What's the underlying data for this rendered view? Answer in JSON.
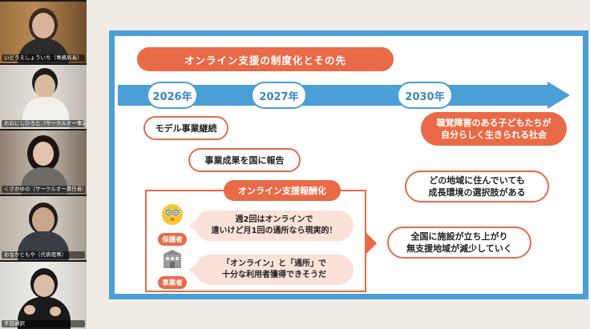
{
  "participants": [
    {
      "name": "いどうえしょういち（事務局長）"
    },
    {
      "name": "おおにしひろと（サークルオー事業..."
    },
    {
      "name": "くさかゆの（サークルオー責任者）"
    },
    {
      "name": "おなかともや（代表理事）"
    },
    {
      "name": "手話通訳"
    }
  ],
  "slide": {
    "title": "オンライン支援の制度化とその先",
    "years": [
      "2026年",
      "2027年",
      "2030年"
    ],
    "steps": {
      "model": "モデル事業継続",
      "report": "事業成果を国に報告"
    },
    "goal": {
      "line1": "聴覚障害のある子どもたちが",
      "line2": "自分らしく生きられる社会"
    },
    "outcome1": {
      "line1": "どの地域に住んでいても",
      "line2": "成長環境の選択肢がある"
    },
    "outcome2": {
      "line1": "全国に施設が立ち上がり",
      "line2": "無支援地域が減少していく"
    },
    "fee_box": {
      "title": "オンライン支援報酬化",
      "parent": {
        "role": "保護者",
        "line1": "週2回はオンラインで",
        "line2": "遠いけど月1回の通所なら現実的！"
      },
      "provider": {
        "role": "事業者",
        "line1": "「オンライン」と「通所」で",
        "line2": "十分な利用者獲得できそうだ"
      }
    }
  },
  "colors": {
    "accent": "#e96a47",
    "blue": "#4a9fd6",
    "pink": "#fbe2d9"
  }
}
